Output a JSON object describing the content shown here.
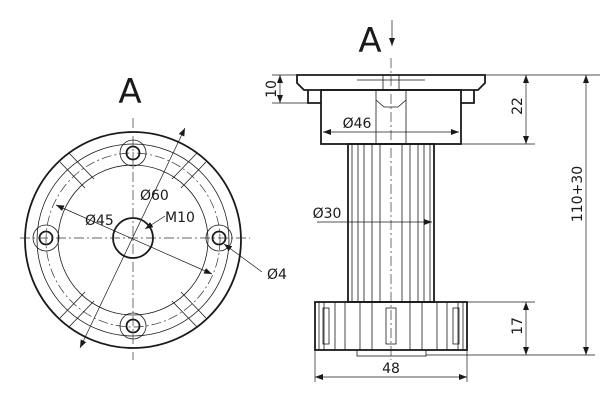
{
  "view_label": "A",
  "view_arrow_label": "A",
  "top_view": {
    "dims": {
      "d60": "Ø60",
      "d45": "Ø45",
      "m10": "M10",
      "d4": "Ø4"
    }
  },
  "side_view": {
    "dims": {
      "h10": "10",
      "d46": "Ø46",
      "h22": "22",
      "d30": "Ø30",
      "h_total": "110+30",
      "h17": "17",
      "w48": "48"
    }
  }
}
